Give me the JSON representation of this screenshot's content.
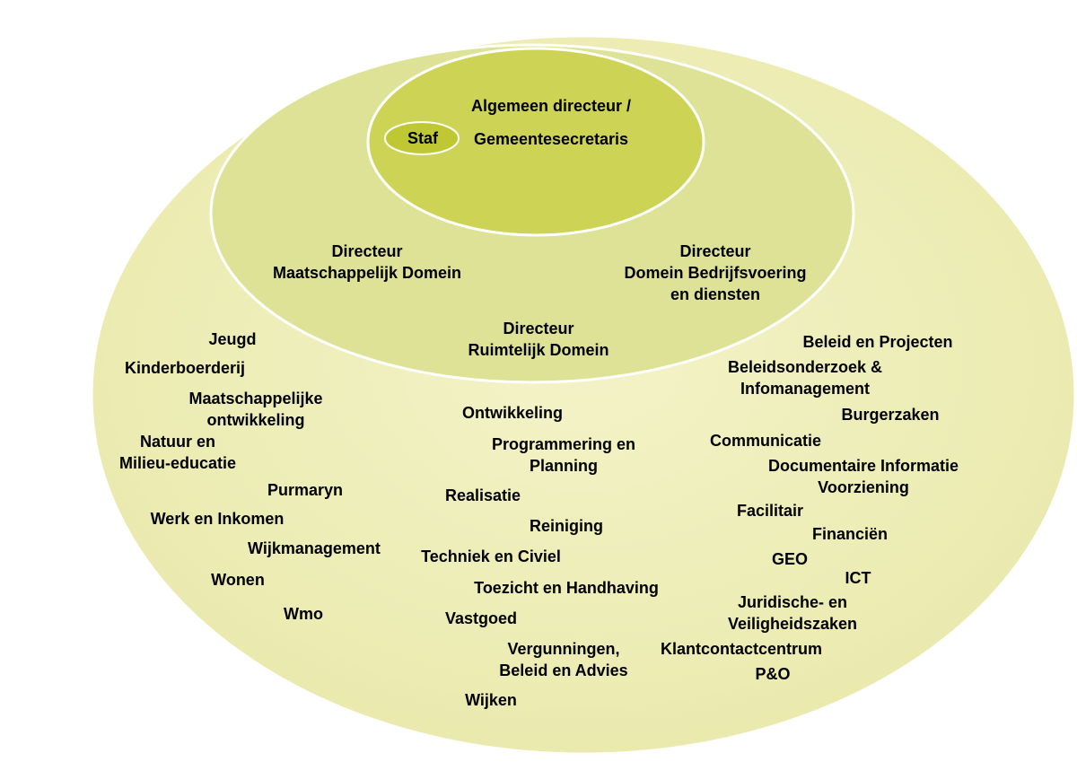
{
  "colors": {
    "outer": "#EDEDB5",
    "middle": "#DDE193",
    "inner": "#CCD352",
    "staf": "#BFC833",
    "edge": "#ffffff"
  },
  "core": {
    "staf": "Staf",
    "title_line1": "Algemeen directeur /",
    "title_line2": "Gemeentesecretaris"
  },
  "directors": {
    "maatschappelijk": [
      "Directeur",
      "Maatschappelijk Domein"
    ],
    "bedrijfsvoering": [
      "Directeur",
      "Domein Bedrijfsvoering",
      "en diensten"
    ],
    "ruimtelijk": [
      "Directeur",
      "Ruimtelijk Domein"
    ]
  },
  "units_left": {
    "jeugd": "Jeugd",
    "kinderboerderij": "Kinderboerderij",
    "maatschappelijke": [
      "Maatschappelijke",
      "ontwikkeling"
    ],
    "natuur": [
      "Natuur en",
      "Milieu-educatie"
    ],
    "purmaryn": "Purmaryn",
    "werk": "Werk en Inkomen",
    "wijkmanagement": "Wijkmanagement",
    "wonen": "Wonen",
    "wmo": "Wmo"
  },
  "units_center": {
    "ontwikkeling": "Ontwikkeling",
    "programmering": [
      "Programmering en",
      "Planning"
    ],
    "realisatie": "Realisatie",
    "reiniging": "Reiniging",
    "techniek": "Techniek en Civiel",
    "toezicht": "Toezicht en Handhaving",
    "vastgoed": "Vastgoed",
    "vergunningen": [
      "Vergunningen,",
      "Beleid en Advies"
    ],
    "wijken": "Wijken"
  },
  "units_right": {
    "beleid": "Beleid en Projecten",
    "beleidsonderzoek": [
      "Beleidsonderzoek &",
      "Infomanagement"
    ],
    "burgerzaken": "Burgerzaken",
    "communicatie": "Communicatie",
    "documentaire": [
      "Documentaire Informatie",
      "Voorziening"
    ],
    "facilitair": "Facilitair",
    "financien": "Financiën",
    "geo": "GEO",
    "ict": "ICT",
    "juridische": [
      "Juridische- en",
      "Veiligheidszaken"
    ],
    "klantcontact": "Klantcontactcentrum",
    "po": "P&O"
  }
}
